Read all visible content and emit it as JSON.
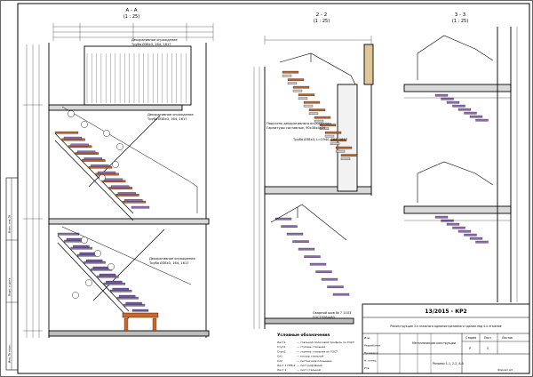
{
  "sheet": {
    "sections": [
      {
        "title": "А - А",
        "scale": "(1 : 25)"
      },
      {
        "title": "2 - 2",
        "scale": "(1 : 25)"
      },
      {
        "title": "3 - 3",
        "scale": "(1 : 25)"
      }
    ],
    "annotations": {
      "handrail_top": "Декоративное ограждение",
      "handrail_top_2": "Труба Ø38х3, 164, 1617",
      "handrail_mid": "Декоративное ограждение",
      "handrail_mid_2": "Труба Ø38х3, 164, 1617",
      "handrail_low": "Декоративное ограждение",
      "handrail_low_2": "Труба Ø38х3, 164, 1617",
      "section2_note": "Поручень декоративного ограждения",
      "section2_note_2": "Гарнитуры составные, 90x38х4х25",
      "section2_note_3": "Труба Ø38х3, L=2940, 164, 1617",
      "welded_seam": "Сварной шов № 7 1103",
      "welded_seam_2": "ГОСТ5264-80"
    },
    "legend": {
      "title": "Условные обозначения",
      "rows": [
        {
          "code": "Лист1",
          "text": "— стальной полосовой профиль по ГОСТ"
        },
        {
          "code": "Ступ1",
          "text": "— ступень стальная"
        },
        {
          "code": "Ступ2",
          "text": "— ступень стальная по ГОСТ"
        },
        {
          "code": "Сл1",
          "text": "— косоур стальной"
        },
        {
          "code": "Сл2",
          "text": "— лестничная площадка"
        },
        {
          "code": "Лист 1 ПТВ-2",
          "text": "— лист рифлёный"
        },
        {
          "code": "Лист 2",
          "text": "— лист стальной"
        }
      ]
    },
    "title_block": {
      "code": "13/2015 - КР2",
      "description": "Реконструкция 3-х этажного административного здания под 4-х этажное",
      "sheet_title": "Металлические конструкции",
      "section_title": "Разрезы 1-1, 2-2, А-А",
      "stage_hdr": "Стадия",
      "sheet_hdr": "Лист",
      "sheets_hdr": "Листов",
      "stage": "Р",
      "sheet_no": "5",
      "format": "Формат А3",
      "roles": [
        "Изм.",
        "Разработал",
        "Проверил",
        "Н. контр.",
        "Утв."
      ]
    },
    "side_stamp": {
      "labels": [
        "Взам. инв. №",
        "Подп. и дата",
        "Инв. № подл."
      ]
    }
  }
}
